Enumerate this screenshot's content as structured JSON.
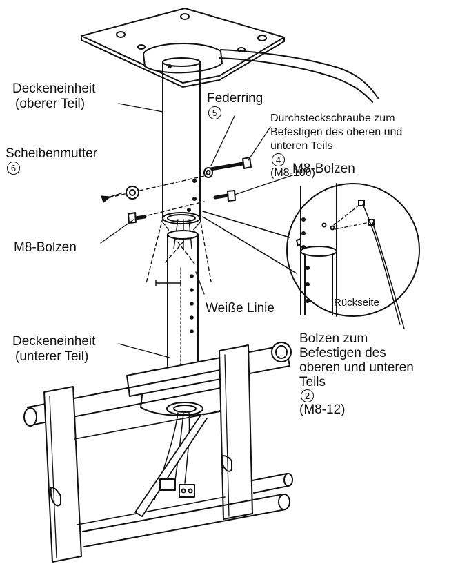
{
  "labels": {
    "ceiling_upper": [
      "Deckeneinheit",
      "(oberer Teil)"
    ],
    "ceiling_lower": [
      "Deckeneinheit",
      "(unterer Teil)"
    ],
    "spring_washer": {
      "text": "Federring",
      "num": "5"
    },
    "through_bolt": {
      "line1": "Durchsteckschraube zum",
      "line2": "Befestigen des oberen und",
      "line3_text": "unteren Teils",
      "num": "4",
      "suffix": "(M8-100)"
    },
    "disc_nut": {
      "text": "Scheibenmutter",
      "num": "6"
    },
    "m8_bolt_right": "M8-Bolzen",
    "m8_bolt_left": "M8-Bolzen",
    "white_line": "Weiße Linie",
    "back_side": "Rückseite",
    "fix_bolt": {
      "line1": "Bolzen zum",
      "line2": "Befestigen des",
      "line3": "oberen und unteren",
      "line4_text": "Teils",
      "num": "2",
      "suffix": "(M8-12)"
    }
  }
}
